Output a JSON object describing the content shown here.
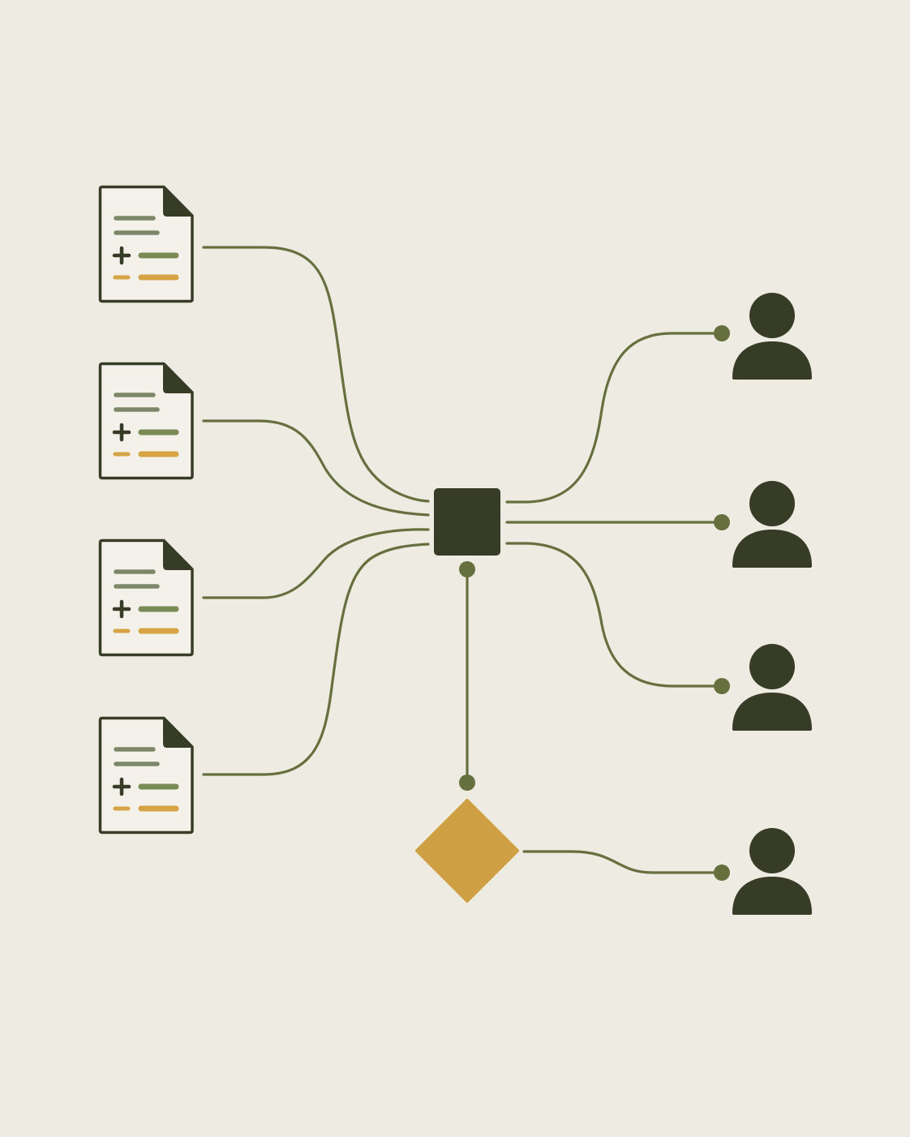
{
  "colors": {
    "background": "#eeece2",
    "dark": "#373c27",
    "connector": "#66703f",
    "diff_line": "#7d8869",
    "added": "#7a8a55",
    "removed": "#d6a444",
    "decision": "#cfa043",
    "page": "#f3f1ea"
  },
  "diagram": {
    "documents": [
      {
        "icon": "diff-document-icon"
      },
      {
        "icon": "diff-document-icon"
      },
      {
        "icon": "diff-document-icon"
      },
      {
        "icon": "diff-document-icon"
      }
    ],
    "hub": {
      "icon": "square-node-icon"
    },
    "decision": {
      "icon": "diamond-decision-icon"
    },
    "users": [
      {
        "icon": "user-icon"
      },
      {
        "icon": "user-icon"
      },
      {
        "icon": "user-icon"
      },
      {
        "icon": "user-icon"
      }
    ],
    "connections": [
      {
        "from": "document-1",
        "to": "hub"
      },
      {
        "from": "document-2",
        "to": "hub"
      },
      {
        "from": "document-3",
        "to": "hub"
      },
      {
        "from": "document-4",
        "to": "hub"
      },
      {
        "from": "hub",
        "to": "user-1"
      },
      {
        "from": "hub",
        "to": "user-2"
      },
      {
        "from": "hub",
        "to": "user-3"
      },
      {
        "from": "hub",
        "to": "decision"
      },
      {
        "from": "decision",
        "to": "user-4"
      }
    ]
  }
}
